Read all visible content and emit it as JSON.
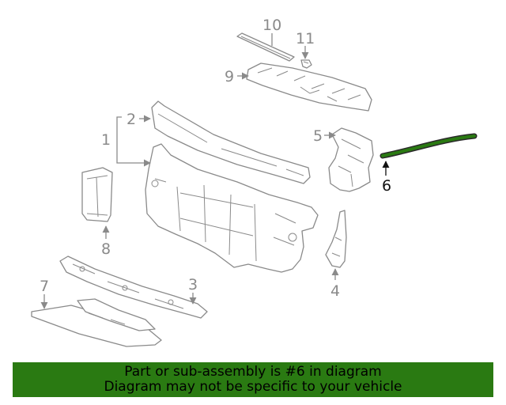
{
  "callouts": {
    "n1": "1",
    "n2": "2",
    "n3": "3",
    "n4": "4",
    "n5": "5",
    "n6": "6",
    "n7": "7",
    "n8": "8",
    "n9": "9",
    "n10": "10",
    "n11": "11"
  },
  "highlight": {
    "part": "6",
    "color": "#2a7a12"
  },
  "banner": {
    "line1": "Part or sub-assembly is #6 in diagram",
    "line2": "Diagram may not be specific to your vehicle",
    "background": "#2a7a12"
  }
}
